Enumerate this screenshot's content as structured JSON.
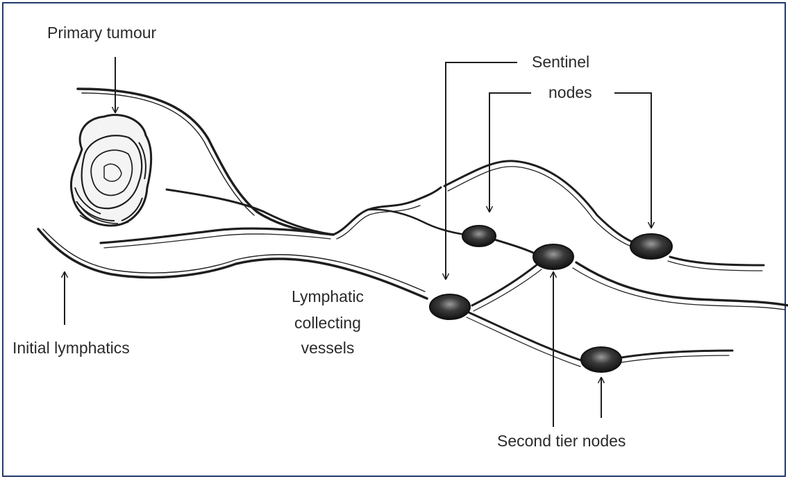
{
  "diagram": {
    "labels": {
      "primary_tumour": "Primary tumour",
      "sentinel_line1": "Sentinel",
      "sentinel_line2": "nodes",
      "lymphatic_line1": "Lymphatic",
      "lymphatic_line2": "collecting",
      "lymphatic_line3": "vessels",
      "initial_lymphatics": "Initial lymphatics",
      "second_tier": "Second tier nodes"
    },
    "colors": {
      "ink": "#1e1e1e",
      "node_fill": "#2b2b2b",
      "frame": "#233a6e",
      "paper": "#ffffff"
    }
  }
}
